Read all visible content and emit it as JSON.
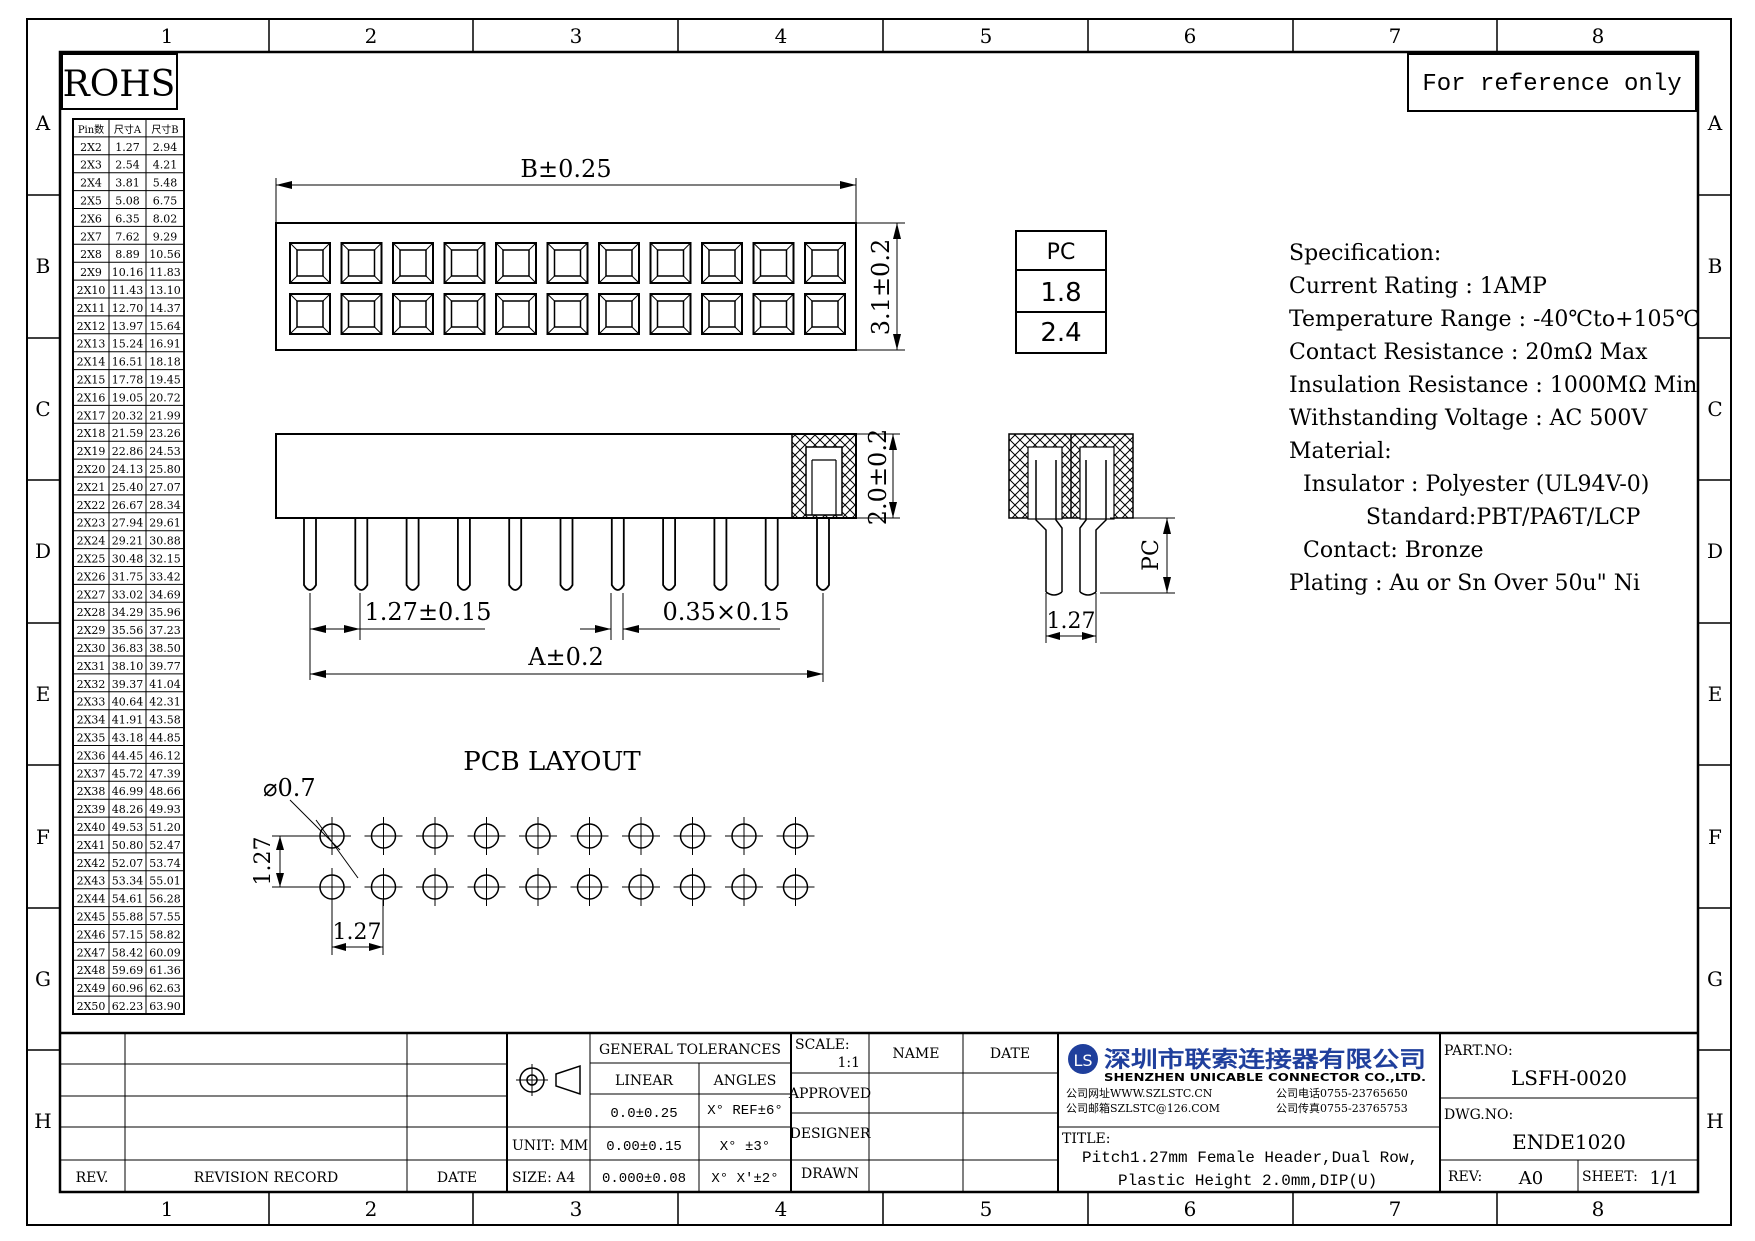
{
  "columns": [
    "1",
    "2",
    "3",
    "4",
    "5",
    "6",
    "7",
    "8"
  ],
  "rows": [
    "A",
    "B",
    "C",
    "D",
    "E",
    "F",
    "G",
    "H"
  ],
  "rohs": "ROHS",
  "reference_note": "For reference only",
  "pin_table": {
    "headers": [
      "Pin数",
      "尺寸A",
      "尺寸B"
    ],
    "rows": [
      [
        "2X2",
        "1.27",
        "2.94"
      ],
      [
        "2X3",
        "2.54",
        "4.21"
      ],
      [
        "2X4",
        "3.81",
        "5.48"
      ],
      [
        "2X5",
        "5.08",
        "6.75"
      ],
      [
        "2X6",
        "6.35",
        "8.02"
      ],
      [
        "2X7",
        "7.62",
        "9.29"
      ],
      [
        "2X8",
        "8.89",
        "10.56"
      ],
      [
        "2X9",
        "10.16",
        "11.83"
      ],
      [
        "2X10",
        "11.43",
        "13.10"
      ],
      [
        "2X11",
        "12.70",
        "14.37"
      ],
      [
        "2X12",
        "13.97",
        "15.64"
      ],
      [
        "2X13",
        "15.24",
        "16.91"
      ],
      [
        "2X14",
        "16.51",
        "18.18"
      ],
      [
        "2X15",
        "17.78",
        "19.45"
      ],
      [
        "2X16",
        "19.05",
        "20.72"
      ],
      [
        "2X17",
        "20.32",
        "21.99"
      ],
      [
        "2X18",
        "21.59",
        "23.26"
      ],
      [
        "2X19",
        "22.86",
        "24.53"
      ],
      [
        "2X20",
        "24.13",
        "25.80"
      ],
      [
        "2X21",
        "25.40",
        "27.07"
      ],
      [
        "2X22",
        "26.67",
        "28.34"
      ],
      [
        "2X23",
        "27.94",
        "29.61"
      ],
      [
        "2X24",
        "29.21",
        "30.88"
      ],
      [
        "2X25",
        "30.48",
        "32.15"
      ],
      [
        "2X26",
        "31.75",
        "33.42"
      ],
      [
        "2X27",
        "33.02",
        "34.69"
      ],
      [
        "2X28",
        "34.29",
        "35.96"
      ],
      [
        "2X29",
        "35.56",
        "37.23"
      ],
      [
        "2X30",
        "36.83",
        "38.50"
      ],
      [
        "2X31",
        "38.10",
        "39.77"
      ],
      [
        "2X32",
        "39.37",
        "41.04"
      ],
      [
        "2X33",
        "40.64",
        "42.31"
      ],
      [
        "2X34",
        "41.91",
        "43.58"
      ],
      [
        "2X35",
        "43.18",
        "44.85"
      ],
      [
        "2X36",
        "44.45",
        "46.12"
      ],
      [
        "2X37",
        "45.72",
        "47.39"
      ],
      [
        "2X38",
        "46.99",
        "48.66"
      ],
      [
        "2X39",
        "48.26",
        "49.93"
      ],
      [
        "2X40",
        "49.53",
        "51.20"
      ],
      [
        "2X41",
        "50.80",
        "52.47"
      ],
      [
        "2X42",
        "52.07",
        "53.74"
      ],
      [
        "2X43",
        "53.34",
        "55.01"
      ],
      [
        "2X44",
        "54.61",
        "56.28"
      ],
      [
        "2X45",
        "55.88",
        "57.55"
      ],
      [
        "2X46",
        "57.15",
        "58.82"
      ],
      [
        "2X47",
        "58.42",
        "60.09"
      ],
      [
        "2X48",
        "59.69",
        "61.36"
      ],
      [
        "2X49",
        "60.96",
        "62.63"
      ],
      [
        "2X50",
        "62.23",
        "63.90"
      ]
    ]
  },
  "dimensions": {
    "b_width": "B±0.25",
    "height_top": "3.1±0.2",
    "height_side": "2.0±0.2",
    "pitch": "1.27±0.15",
    "pin_size": "0.35×0.15",
    "a_length": "A±0.2",
    "pc_label": "PC",
    "side_pitch": "1.27",
    "pcb_layout": "PCB LAYOUT",
    "hole_dia": "⌀0.7",
    "pcb_row_pitch": "1.27",
    "pcb_col_pitch": "1.27"
  },
  "pc_table": {
    "header": "PC",
    "values": [
      "1.8",
      "2.4"
    ]
  },
  "specification": [
    "Specification:",
    "Current Rating : 1AMP",
    "Temperature Range : -40℃to+105℃",
    "Contact Resistance : 20mΩ Max",
    "Insulation Resistance : 1000MΩ Min",
    "Withstanding Voltage : AC 500V",
    "Material:",
    "  Insulator : Polyester (UL94V-0)",
    "           Standard:PBT/PA6T/LCP",
    "  Contact: Bronze",
    "Plating : Au or Sn Over 50u\" Ni"
  ],
  "title_block": {
    "rev_col": "REV.",
    "revision_record": "REVISION RECORD",
    "date_col": "DATE",
    "unit": "UNIT: MM",
    "size": "SIZE: A4",
    "general_tolerances": "GENERAL TOLERANCES",
    "linear": "LINEAR",
    "angles": "ANGLES",
    "linear_values": [
      "0.0±0.25",
      "0.00±0.15",
      "0.000±0.08"
    ],
    "angle_values": [
      "X° REF±6°",
      "X° ±3°",
      "X° X'±2°"
    ],
    "scale_label": "SCALE:",
    "scale_value": "1:1",
    "name_col": "NAME",
    "date2_col": "DATE",
    "approved": "APPROVED",
    "designer": "DESIGNER",
    "drawn": "DRAWN",
    "company_cn": "深圳市联索连接器有限公司",
    "company_en": "SHENZHEN UNICABLE CONNECTOR CO.,LTD.",
    "company_web": "公司网址WWW.SZLSTC.CN",
    "company_email": "公司邮箱SZLSTC@126.COM",
    "company_tel": "公司电话0755-23765650",
    "company_fax": "公司传真0755-23765753",
    "title_label": "TITLE:",
    "title_line1": "Pitch1.27mm Female Header,Dual Row,",
    "title_line2": "Plastic Height 2.0mm,DIP(U)",
    "part_no_label": "PART.NO:",
    "part_no": "LSFH-0020",
    "dwg_no_label": "DWG.NO:",
    "dwg_no": "ENDE1020",
    "rev_label": "REV:",
    "rev_value": "A0",
    "sheet_label": "SHEET:",
    "sheet_value": "1/1"
  },
  "colors": {
    "line": "#000000",
    "logo_blue": "#1f3f9c"
  }
}
